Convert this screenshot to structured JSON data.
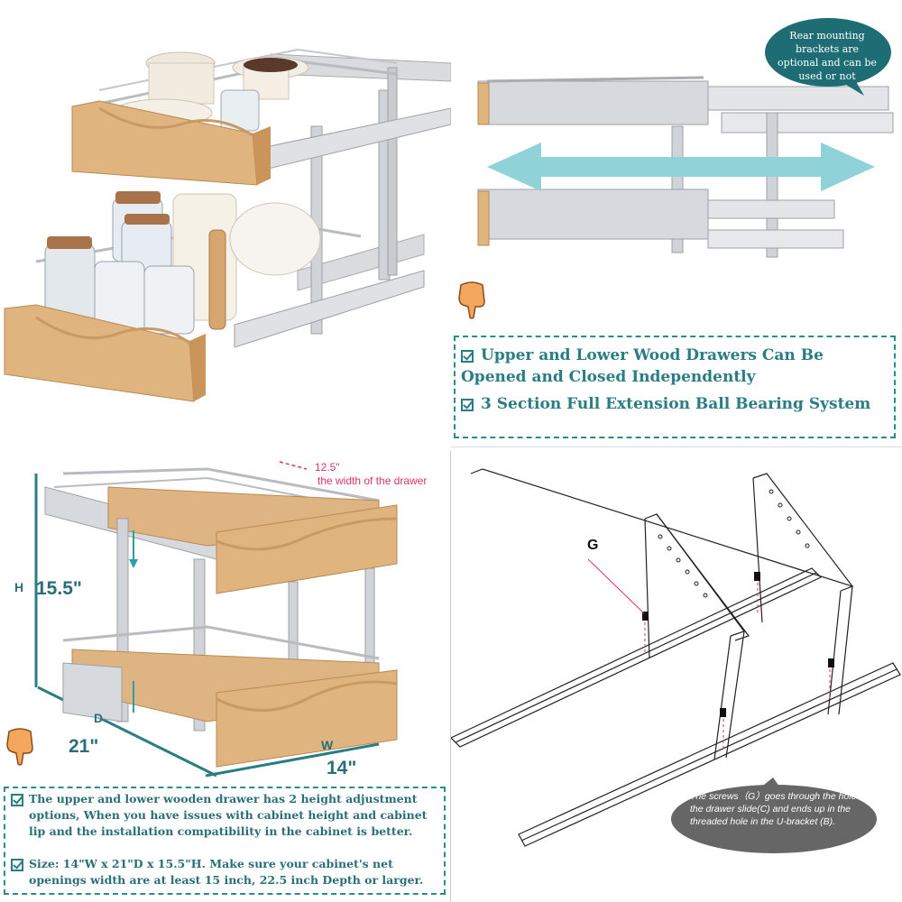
{
  "callout_top": "Rear mounting brackets are optional and can be used or not",
  "features": [
    "Upper and Lower Wood Drawers Can Be Opened and Closed Independently",
    "3 Section Full Extension Ball Bearing System"
  ],
  "dimensions": {
    "drawer_width": "12.5\"",
    "drawer_width_caption": "the width of the drawer",
    "h_letter": "H",
    "height": "15.5\"",
    "d_letter": "D",
    "depth": "21\"",
    "w_letter": "W",
    "width": "14\""
  },
  "notes": [
    "The upper and lower wooden drawer has 2 height adjustment options, When you have issues with cabinet height and cabinet lip and the installation compatibility in the cabinet is better.",
    "Size:  14\"W x 21\"D x 15.5\"H. Make sure your cabinet's net openings width are at least 15 inch, 22.5 inch Depth or larger."
  ],
  "diagram": {
    "screw_label": "G",
    "screws_note": "The screws（G）goes through the hole in the drawer slide(C) and ends up in the threaded hole in the U-bracket (B)."
  },
  "colors": {
    "teal": "#2a7d84",
    "wood": "#e0b47e",
    "arrow": "#8fd3d8",
    "pink": "#d8336a",
    "bubble_grey": "#666666",
    "bubble_teal": "#1e6d74"
  }
}
